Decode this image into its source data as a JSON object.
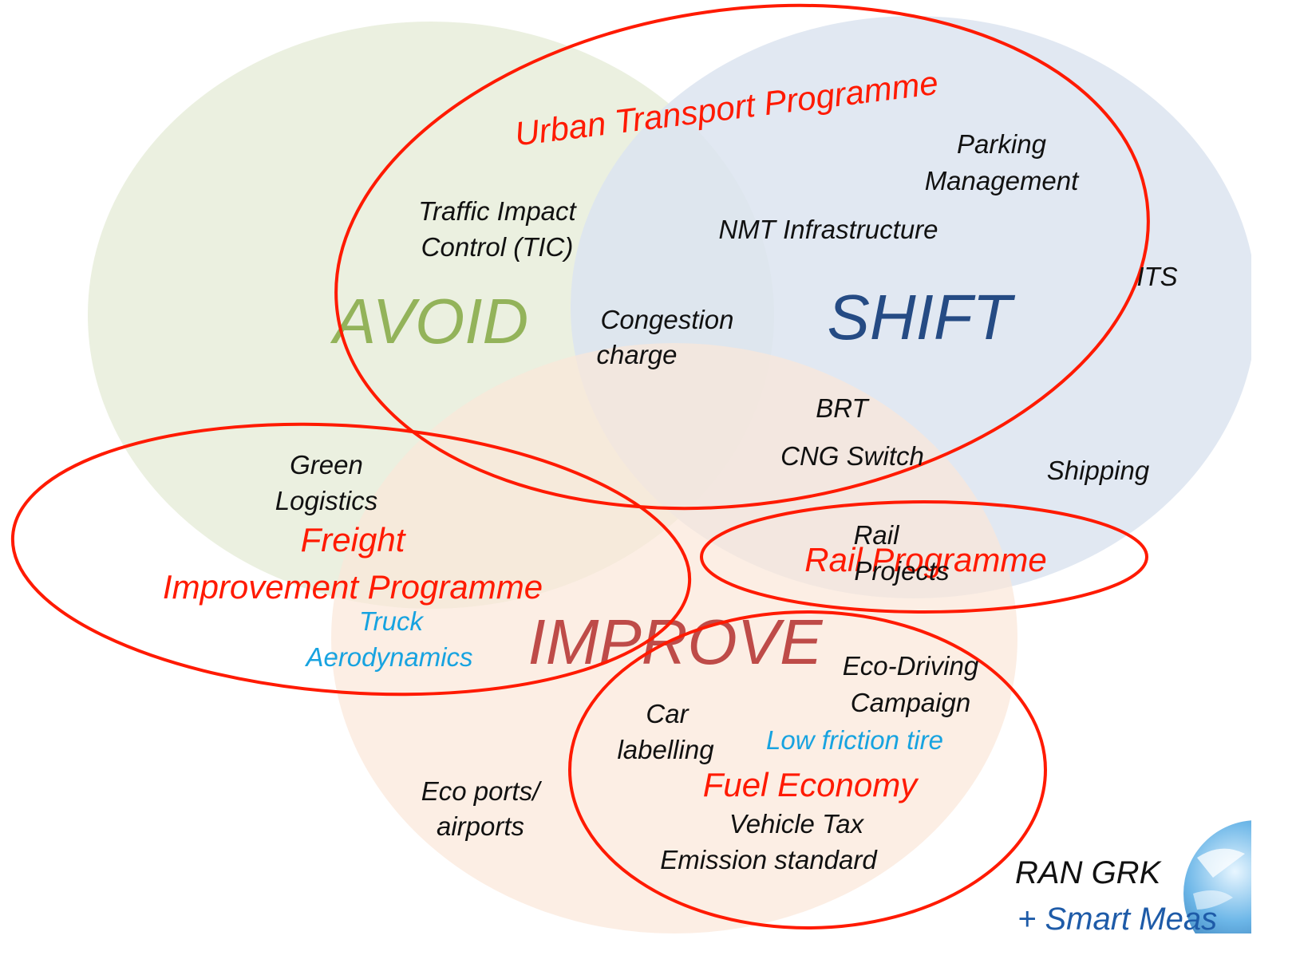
{
  "circles": {
    "avoid": {
      "label": "AVOID",
      "color": "#93B35A",
      "fill": "#E7EDDB"
    },
    "shift": {
      "label": "SHIFT",
      "color": "#254B84",
      "fill": "#DCE4F0"
    },
    "improve": {
      "label": "IMPROVE",
      "color": "#BE4B48",
      "fill": "#FBE7D8"
    }
  },
  "programmes": {
    "color": "#FF1A00",
    "urban": "Urban Transport Programme",
    "freight_line1": "Freight",
    "freight_line2": "Improvement Programme",
    "rail": "Rail Programme",
    "fuel": "Fuel Economy"
  },
  "measures": {
    "parking_1": "Parking",
    "parking_2": "Management",
    "tic_1": "Traffic Impact",
    "tic_2": "Control (TIC)",
    "nmt": "NMT Infrastructure",
    "its": "ITS",
    "congestion_1": "Congestion",
    "congestion_2": "charge",
    "brt": "BRT",
    "cng": "CNG Switch",
    "shipping": "Shipping",
    "green_1": "Green",
    "green_2": "Logistics",
    "rail_1": "Rail",
    "rail_2": "Projects",
    "truck_1": "Truck",
    "truck_2": "Aerodynamics",
    "ecodriving_1": "Eco-Driving",
    "ecodriving_2": "Campaign",
    "car_1": "Car",
    "car_2": "labelling",
    "tire": "Low friction tire",
    "ports_1": "Eco ports/",
    "ports_2": "airports",
    "vehicle_tax": "Vehicle Tax",
    "emission": "Emission standard"
  },
  "colors": {
    "text": "#111111",
    "highlight": "#17A3E0",
    "footer": "#1E5BA8"
  },
  "footer": {
    "line1": "RAN GRK",
    "line2": "+ Smart Meas"
  }
}
